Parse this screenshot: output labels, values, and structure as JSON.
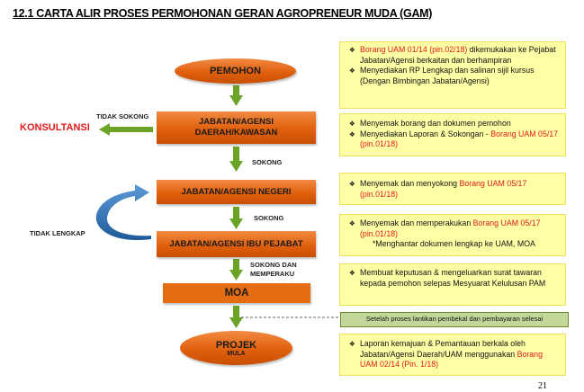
{
  "title": "12.1 CARTA ALIR PROSES PERMOHONAN GERAN AGROPRENEUR MUDA (GAM)",
  "nodes": {
    "pemohon": "PEMOHON",
    "jabatan_daerah_l1": "JABATAN/AGENSI",
    "jabatan_daerah_l2": "DAERAH/KAWASAN",
    "jabatan_negeri": "JABATAN/AGENSI NEGERI",
    "jabatan_ibu_pejabat": "JABATAN/AGENSI IBU PEJABAT",
    "moa": "MOA",
    "projek_l1": "PROJEK",
    "projek_l2": "MULA"
  },
  "edges": {
    "tidak_sokong": "TIDAK SOKONG",
    "konsultansi": "KONSULTANSI",
    "sokong_1": "SOKONG",
    "sokong_2": "SOKONG",
    "tidak_lengkap": "TIDAK LENGKAP",
    "sokong_dan_l1": "SOKONG DAN",
    "sokong_dan_l2": "MEMPERAKU"
  },
  "notes": {
    "n1": {
      "b1_red": "Borang UAM 01/14 (pin.02/18)",
      "b1_rest": " dikemukakan ke Pejabat Jabatan/Agensi berkaitan dan berhampiran",
      "b2": "Menyediakan RP Lengkap dan salinan sijil kursus (Dengan Bimbingan Jabatan/Agensi)"
    },
    "n2": {
      "b1": "Menyemak borang dan dokumen pemohon",
      "b2_pre": "Menyediakan Laporan & Sokongan - ",
      "b2_red": "Borang UAM 05/17 (pin.01/18)"
    },
    "n3": {
      "b1_pre": "Menyemak dan menyokong ",
      "b1_red": "Borang UAM 05/17 (pin.01/18)"
    },
    "n4": {
      "b1_pre": "Menyemak dan memperakukan ",
      "b1_red": "Borang UAM 05/17 (pin.01/18)",
      "extra": "*Menghantar dokumen lengkap ke UAM, MOA"
    },
    "n5": {
      "b1": "Membuat keputusan & mengeluarkan surat tawaran kepada pemohon selepas Mesyuarat Kelulusan PAM"
    },
    "n6": {
      "b1_pre": "Laporan kemajuan & Pemantauan berkala oleh Jabatan/Agensi Daerah/UAM menggunakan ",
      "b1_red": "Borang UAM 02/14 (Pin. 1/18)"
    }
  },
  "green_note": "Setelah proses lantikan pembekal dan pembayaran selesai",
  "page_number": "21",
  "colors": {
    "orange": "#e46d13",
    "green_arrow": "#6aa325",
    "note_yellow": "#ffffa6",
    "red_text": "#e01b1b",
    "loop_blue": "#2f6fb0"
  }
}
